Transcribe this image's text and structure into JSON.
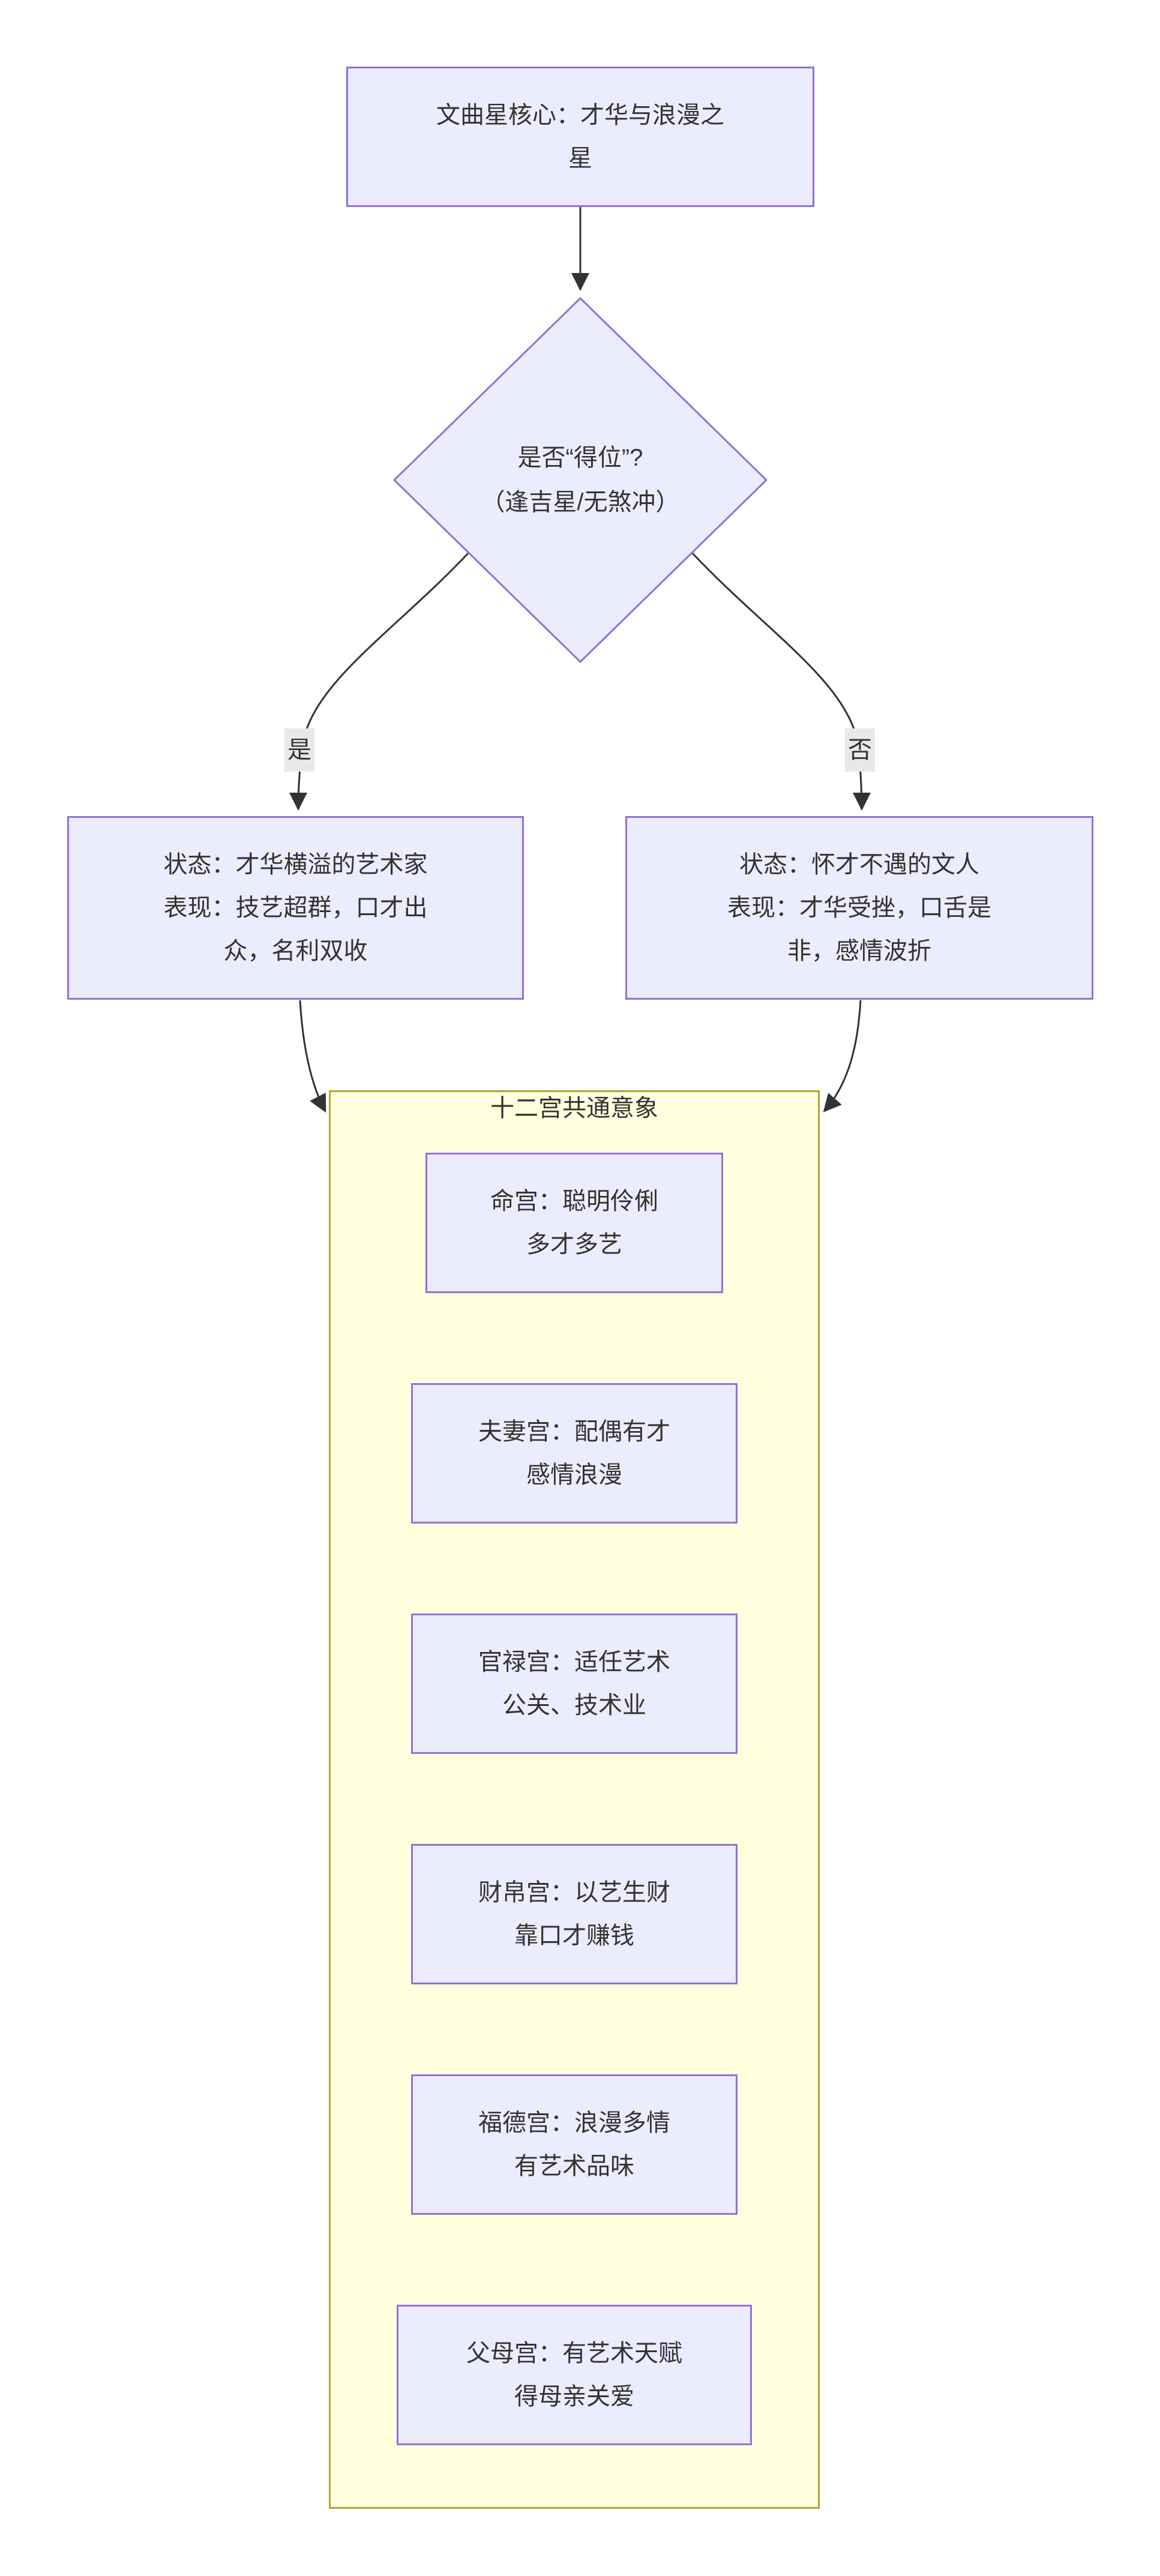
{
  "colors": {
    "node-fill": "#ECECFF",
    "node-border": "#9370DB",
    "cluster-fill": "#FFFFDE",
    "cluster-border": "#AAAA33",
    "edge-color": "#333333",
    "edge-label-bg": "#E8E8E8",
    "text-color": "#333333",
    "canvas-bg": "#FFFFFF"
  },
  "flowchart": {
    "root_node": {
      "line1": "文曲星核心：才华与浪漫之",
      "line2": "星"
    },
    "decision_node": {
      "line1": "是否“得位”?",
      "line2": "（逢吉星/无煞冲）"
    },
    "branch_yes": {
      "label": "是",
      "line1": "状态：才华横溢的艺术家",
      "line2": "表现：技艺超群，口才出",
      "line3": "众，名利双收"
    },
    "branch_no": {
      "label": "否",
      "line1": "状态：怀才不遇的文人",
      "line2": "表现：才华受挫，口舌是",
      "line3": "非，感情波折"
    },
    "cluster": {
      "title": "十二宫共通意象",
      "palaces": [
        {
          "line1": "命宫：聪明伶俐",
          "line2": "多才多艺"
        },
        {
          "line1": "夫妻宫：配偶有才",
          "line2": "感情浪漫"
        },
        {
          "line1": "官禄宫：适任艺术",
          "line2": "公关、技术业"
        },
        {
          "line1": "财帛宫：以艺生财",
          "line2": "靠口才赚钱"
        },
        {
          "line1": "福德宫：浪漫多情",
          "line2": "有艺术品味"
        },
        {
          "line1": "父母宫：有艺术天赋",
          "line2": "得母亲关爱"
        }
      ]
    }
  }
}
